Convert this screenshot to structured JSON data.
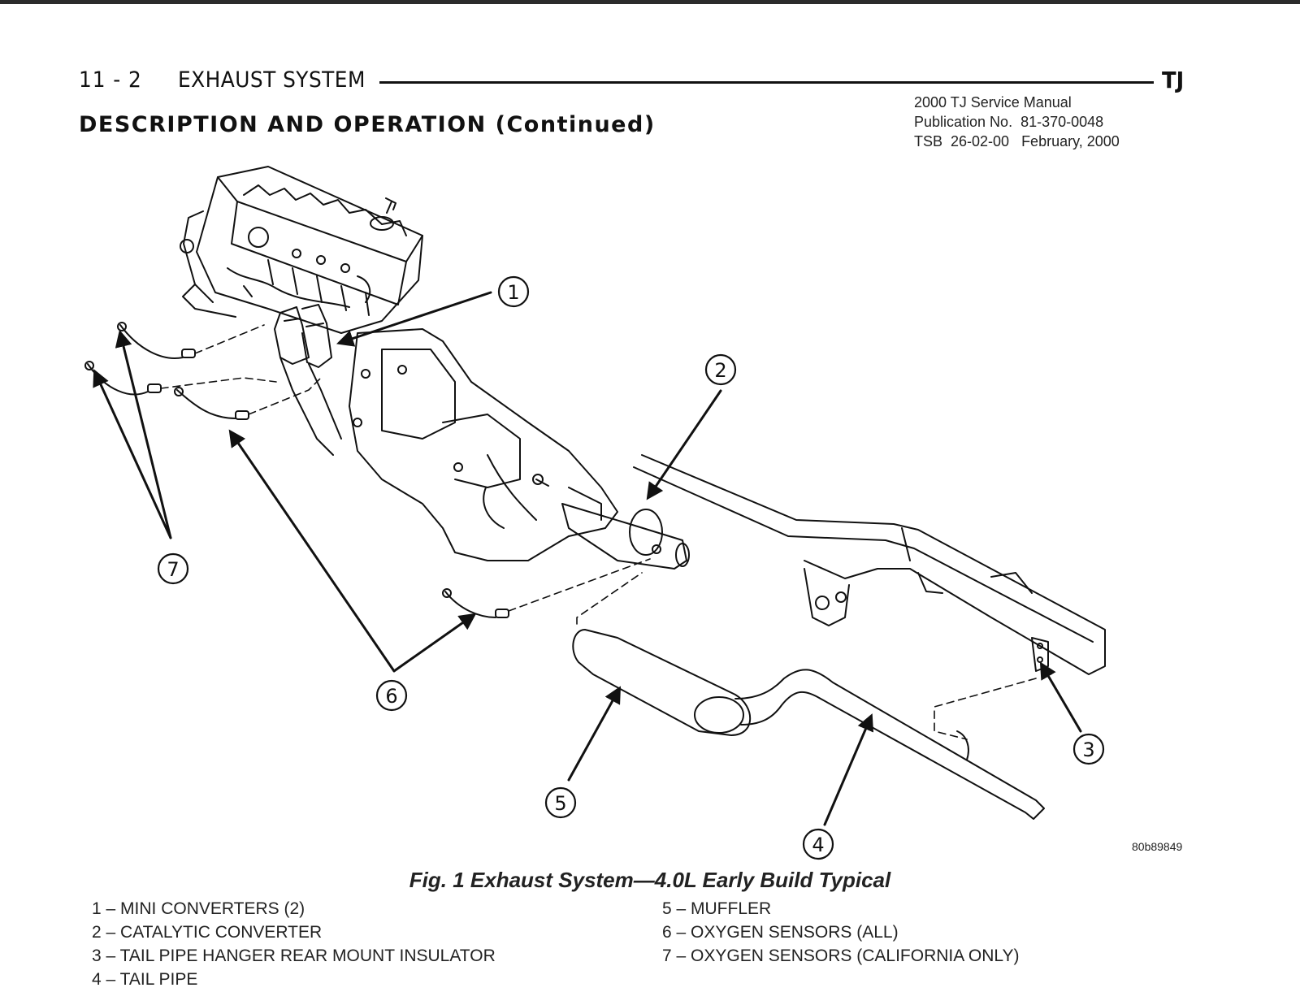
{
  "header": {
    "page_number": "11 - 2",
    "chapter_title": "EXHAUST SYSTEM",
    "model_code": "TJ"
  },
  "section_title": "DESCRIPTION AND OPERATION (Continued)",
  "tsb_note": {
    "line1": "2000 TJ Service Manual",
    "line2": "Publication No.  81-370-0048",
    "line3": "TSB  26-02-00   February, 2000"
  },
  "figure": {
    "id": "80b89849",
    "caption": "Fig. 1 Exhaust System—4.0L Early Build Typical",
    "callouts": [
      "1",
      "2",
      "3",
      "4",
      "5",
      "6",
      "7"
    ]
  },
  "legend": {
    "left": [
      "1 –  MINI CONVERTERS (2)",
      "2 –  CATALYTIC CONVERTER",
      "3 –  TAIL PIPE HANGER REAR MOUNT INSULATOR",
      "4 –  TAIL PIPE"
    ],
    "right": [
      "5 –  MUFFLER",
      "6 –  OXYGEN SENSORS (ALL)",
      "7 –  OXYGEN SENSORS (CALIFORNIA ONLY)"
    ]
  }
}
